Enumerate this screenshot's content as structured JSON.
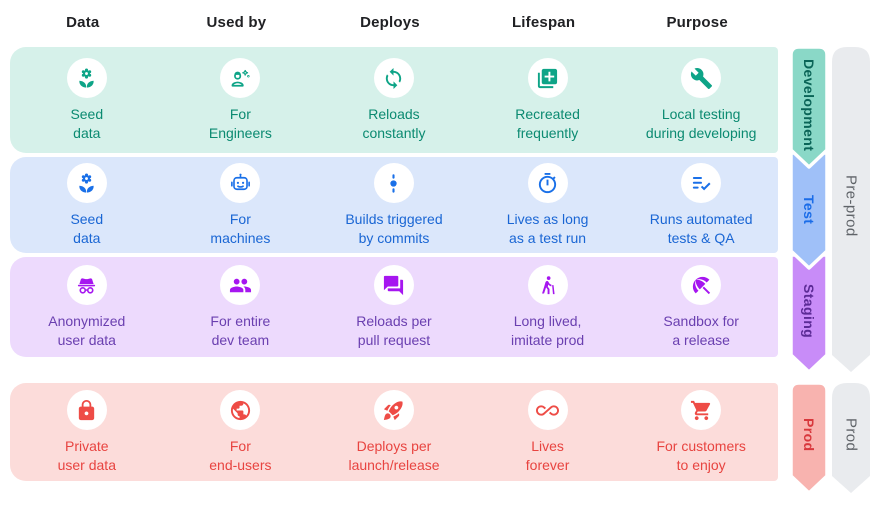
{
  "header": {
    "columns": [
      "Data",
      "Used by",
      "Deploys",
      "Lifespan",
      "Purpose"
    ],
    "text_color": "#202124"
  },
  "rows": [
    {
      "stage": "Development",
      "colors": {
        "bg": "#d6f1ea",
        "text": "#0b8a71",
        "icon": "#0ea487"
      },
      "cells": [
        {
          "label": "Seed\ndata",
          "icon": "seed-flower-icon"
        },
        {
          "label": "For\nEngineers",
          "icon": "engineer-icon"
        },
        {
          "label": "Reloads\nconstantly",
          "icon": "sync-icon"
        },
        {
          "label": "Recreated\nfrequently",
          "icon": "library-add-icon"
        },
        {
          "label": "Local testing\nduring developing",
          "icon": "wrench-icon"
        }
      ]
    },
    {
      "stage": "Test",
      "colors": {
        "bg": "#dbe7fb",
        "text": "#1a66d4",
        "icon": "#1a70e8"
      },
      "cells": [
        {
          "label": "Seed\ndata",
          "icon": "seed-flower-icon"
        },
        {
          "label": "For\nmachines",
          "icon": "robot-icon"
        },
        {
          "label": "Builds triggered\nby commits",
          "icon": "commit-icon"
        },
        {
          "label": "Lives as long\nas a test run",
          "icon": "timer-icon"
        },
        {
          "label": "Runs automated\ntests & QA",
          "icon": "checklist-icon"
        }
      ]
    },
    {
      "stage": "Staging",
      "colors": {
        "bg": "#eddafd",
        "text": "#6a3fb0",
        "icon": "#a616f0"
      },
      "cells": [
        {
          "label": "Anonymized\nuser data",
          "icon": "incognito-icon"
        },
        {
          "label": "For entire\ndev team",
          "icon": "group-icon"
        },
        {
          "label": "Reloads per\npull request",
          "icon": "forum-icon"
        },
        {
          "label": "Long lived,\nimitate prod",
          "icon": "elderly-walker-icon"
        },
        {
          "label": "Sandbox for\na release",
          "icon": "beach-umbrella-icon"
        }
      ]
    },
    {
      "stage": "Prod",
      "colors": {
        "bg": "#fcdcda",
        "text": "#e84440",
        "icon": "#ee4c46"
      },
      "cells": [
        {
          "label": "Private\nuser data",
          "icon": "lock-icon"
        },
        {
          "label": "For\nend-users",
          "icon": "globe-icon"
        },
        {
          "label": "Deploys per\nlaunch/release",
          "icon": "rocket-icon"
        },
        {
          "label": "Lives\nforever",
          "icon": "infinity-icon"
        },
        {
          "label": "For customers\nto enjoy",
          "icon": "cart-icon"
        }
      ]
    }
  ],
  "stages": [
    {
      "label": "Development",
      "bg": "#8ad8c7",
      "text": "#0a6457"
    },
    {
      "label": "Test",
      "bg": "#9fc0f8",
      "text": "#1a6ce8"
    },
    {
      "label": "Staging",
      "bg": "#c88cf8",
      "text": "#5c2b96"
    },
    {
      "label": "Prod",
      "bg": "#f8b3af",
      "text": "#d8383c"
    }
  ],
  "groups": [
    {
      "label": "Pre-prod",
      "bg": "#e9ebee",
      "text": "#5f6368"
    },
    {
      "label": "Prod",
      "bg": "#e9ebee",
      "text": "#5f6368"
    }
  ]
}
